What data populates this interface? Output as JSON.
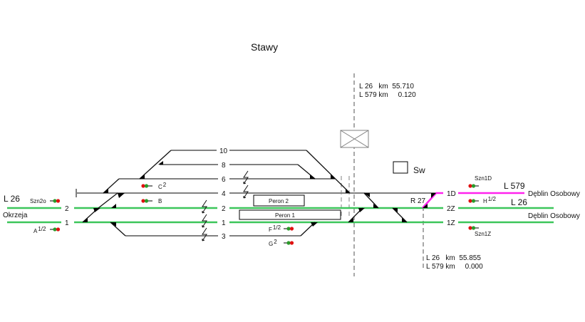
{
  "title": "Stawy",
  "colors": {
    "electrified_track": "#3cc65a",
    "line_579_track": "#ff22ee",
    "track": "#808080",
    "signal_red": "#e01010",
    "signal_green": "#2a9a2a"
  },
  "km_top": {
    "line1": "L 26   km  55.710",
    "line2": "L 579 km     0.120"
  },
  "km_bottom": {
    "line1": "L 26   km  55.855",
    "line2": "L 579 km     0.000"
  },
  "left": {
    "line": "L 26",
    "direction": "Okrzeja"
  },
  "right": {
    "line579": "L 579",
    "line26": "L 26",
    "direction_upper": "Dęblin Osobowy",
    "direction_lower": "Dęblin Osobowy"
  },
  "tracks": {
    "t10": "10",
    "t8": "8",
    "t6": "6",
    "t4": "4",
    "t2": "2",
    "t1": "1",
    "t3": "3",
    "left2": "2",
    "left1": "1",
    "t1D": "1D",
    "t2Z": "2Z",
    "t1Z": "1Z"
  },
  "platforms": {
    "p2": "Peron 2",
    "p1": "Peron 1"
  },
  "signals": {
    "Szn2o": "Szn2o",
    "A": "A",
    "A_sup": "1/2",
    "C": "C",
    "C_sup": "2",
    "B": "B",
    "F": "F",
    "F_sup": "1/2",
    "G": "G",
    "G_sup": "2",
    "Szn1D": "Szn1D",
    "H": "H",
    "H_sup": "1/2",
    "Szn1Z": "Szn1Z"
  },
  "switch_R27": "R 27",
  "signal_box": "Sw"
}
